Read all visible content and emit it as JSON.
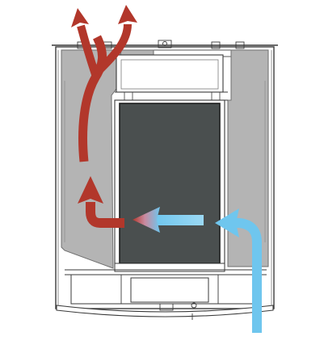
{
  "diagram": {
    "subject": "stove-airflow-cross-section",
    "colors": {
      "background": "#ffffff",
      "outline": "#3a3a3a",
      "panel_fill": "#b4b4b4",
      "panel_stroke": "#6e6e6e",
      "firebox_fill": "#4a4f4f",
      "firebox_stroke": "#1e1e1e",
      "hot_air": "#b2372b",
      "cold_air": "#6fc6ee",
      "cold_air_light": "#b8e6f8"
    },
    "flows": [
      {
        "id": "cold-air-inlet",
        "kind": "cold"
      },
      {
        "id": "air-transfer-left",
        "kind": "gradient"
      },
      {
        "id": "warm-air-rise",
        "kind": "hot"
      },
      {
        "id": "hot-air-outlet-left",
        "kind": "hot"
      },
      {
        "id": "hot-air-outlet-right",
        "kind": "hot"
      }
    ]
  }
}
